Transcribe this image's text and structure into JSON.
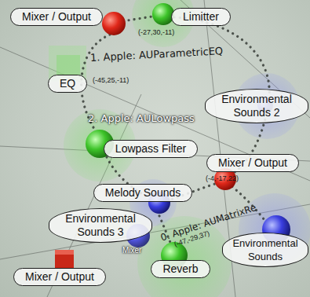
{
  "diagram": {
    "nodes": [
      {
        "text": [
          "Mixer / Output"
        ]
      },
      {
        "text": [
          "Limitter"
        ]
      },
      {
        "text": [
          "EQ"
        ]
      },
      {
        "text": [
          "Environmental Sounds 2"
        ]
      },
      {
        "text": [
          "Lowpass Filter"
        ]
      },
      {
        "text": [
          "Mixer / Output"
        ]
      },
      {
        "text": [
          "Melody Sounds"
        ]
      },
      {
        "text": [
          "Environmental Sounds 3"
        ]
      },
      {
        "text": [
          "Mixer / Output"
        ]
      },
      {
        "text": [
          "Reverb"
        ]
      },
      {
        "text": [
          "Environmental Sounds"
        ]
      }
    ],
    "labels": [
      "1. Apple: AUParametricEQ",
      "(-45,25,-11)",
      "2. Apple: AULowpass",
      "(-27,30,-11)",
      "(-4,-17,22)",
      "0. Apple: AUMatrixRe",
      "(-47,-29,37)",
      "Mixer"
    ]
  }
}
